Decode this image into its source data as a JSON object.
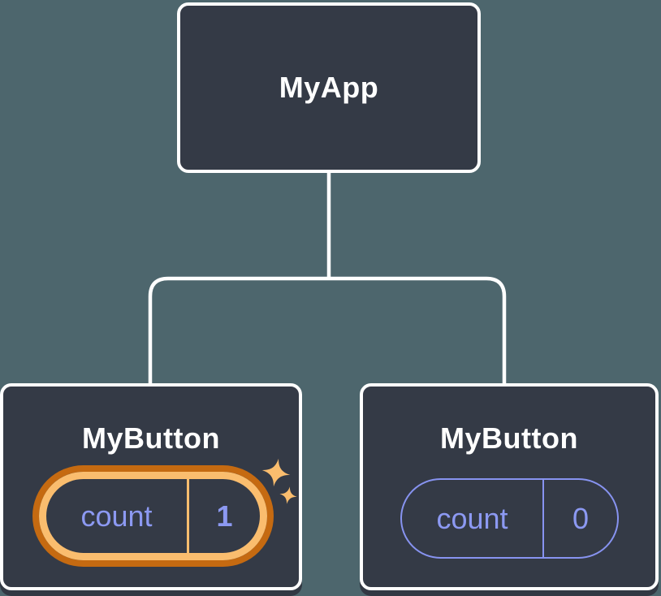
{
  "tree": {
    "root": {
      "label": "MyApp"
    },
    "children": [
      {
        "label": "MyButton",
        "state_key": "count",
        "state_value": "1",
        "highlighted": true
      },
      {
        "label": "MyButton",
        "state_key": "count",
        "state_value": "0",
        "highlighted": false
      }
    ]
  },
  "colors": {
    "bg": "#4D666D",
    "box-fill": "#343A46",
    "box-border": "#FFFFFF",
    "connector": "#FFFFFF",
    "highlight-ring": "#C56A11",
    "highlight-gold": "#FABD6E",
    "state-purple": "#8793F0",
    "state-text": "#8C99F2",
    "shadow": "#323843"
  }
}
